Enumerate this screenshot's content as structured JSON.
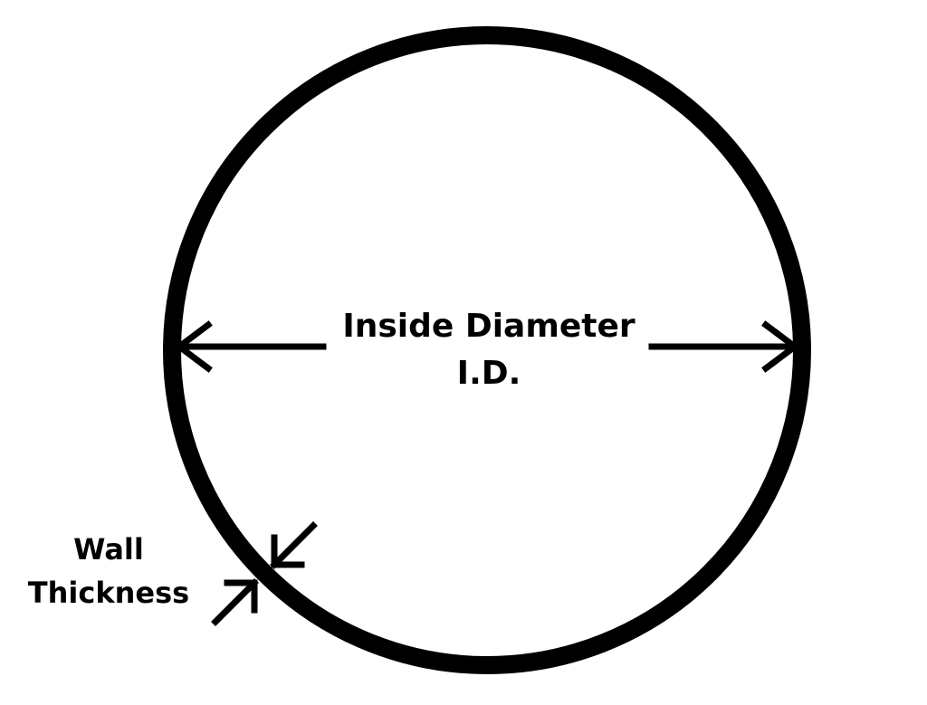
{
  "diagram": {
    "inside_diameter_label": "Inside Diameter",
    "inside_diameter_abbrev": "I.D.",
    "wall_label_line1": "Wall",
    "wall_label_line2": "Thickness"
  },
  "colors": {
    "stroke": "#000000",
    "background": "#ffffff"
  }
}
